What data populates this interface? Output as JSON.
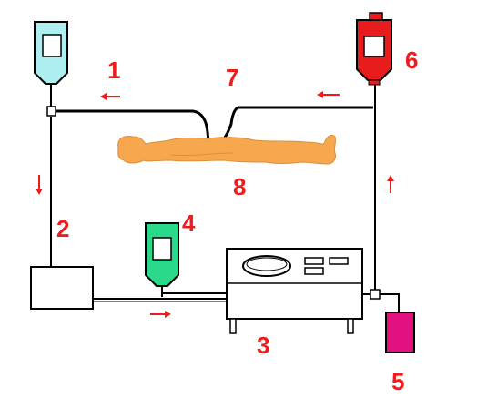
{
  "labels": {
    "n1": "1",
    "n2": "2",
    "n3": "3",
    "n4": "4",
    "n5": "5",
    "n6": "6",
    "n7": "7",
    "n8": "8"
  },
  "colors": {
    "bag_1": "#aeeef0",
    "bag_4": "#2bd98b",
    "bag_6": "#e81c1c",
    "container_5": "#e4107f",
    "patient": "#f7a84e",
    "arrow": "#ee1c1c",
    "line": "#000000"
  }
}
